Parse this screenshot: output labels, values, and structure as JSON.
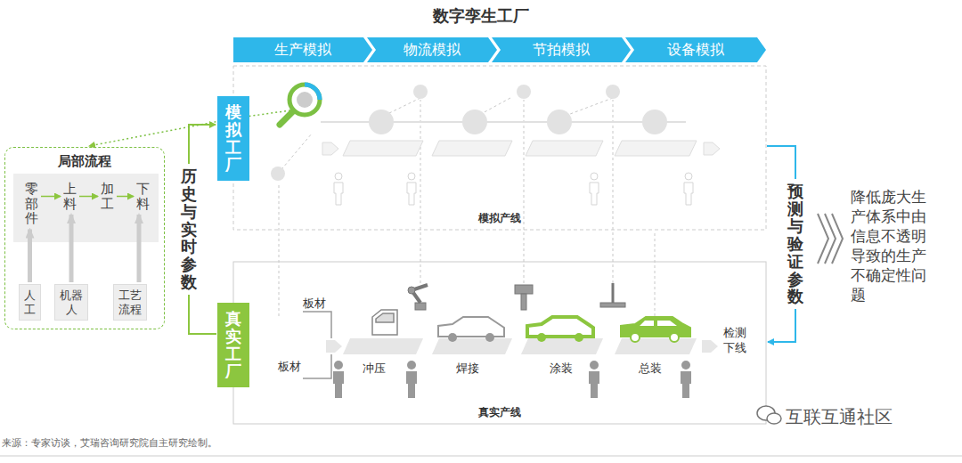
{
  "diagram": {
    "title": "数字孪生工厂",
    "nodes": [
      {
        "text": [
          "生产模拟"
        ]
      },
      {
        "text": [
          "物流模拟"
        ]
      },
      {
        "text": [
          "节拍模拟"
        ]
      },
      {
        "text": [
          "设备模拟"
        ]
      },
      {
        "text": [
          "模拟工厂",
          "模拟产线"
        ]
      },
      {
        "text": [
          "真实工厂",
          "真实产线"
        ]
      },
      {
        "text": [
          "局部流程"
        ]
      },
      {
        "text": [
          "零部件"
        ],
        "in": 6
      },
      {
        "text": [
          "上料"
        ],
        "in": 6
      },
      {
        "text": [
          "加工"
        ],
        "in": 6
      },
      {
        "text": [
          "下料"
        ],
        "in": 6
      },
      {
        "text": [
          "人工"
        ],
        "in": 6
      },
      {
        "text": [
          "机器人"
        ],
        "in": 6
      },
      {
        "text": [
          "工艺流程"
        ],
        "in": 6
      }
    ],
    "edges": [
      {
        "from": 7,
        "to": 8,
        "arrow": "to"
      },
      {
        "from": 8,
        "to": 9,
        "arrow": "to"
      },
      {
        "from": 9,
        "to": 10,
        "arrow": "to"
      },
      {
        "from": 11,
        "to": 7,
        "arrow": "to"
      },
      {
        "from": 12,
        "to": 8,
        "arrow": "to"
      },
      {
        "from": 13,
        "to": 10,
        "arrow": "to"
      },
      {
        "from": 5,
        "to": 4,
        "label": "历史与实时参数",
        "arrow": "to"
      },
      {
        "from": 4,
        "to": 5,
        "label": "预测与验证参数",
        "arrow": "to"
      },
      {
        "from": 4,
        "to": 6,
        "arrow": "to"
      }
    ],
    "labels": [
      "板材",
      "板材",
      "冲压",
      "焊接",
      "涂装",
      "总装",
      "检测下线",
      "降低庞大生产体系中由信息不透明导致的生产不确定性问题",
      "来源：专家访谈，艾瑞咨询研究院自主研究绘制。",
      "互联互通社区"
    ]
  }
}
